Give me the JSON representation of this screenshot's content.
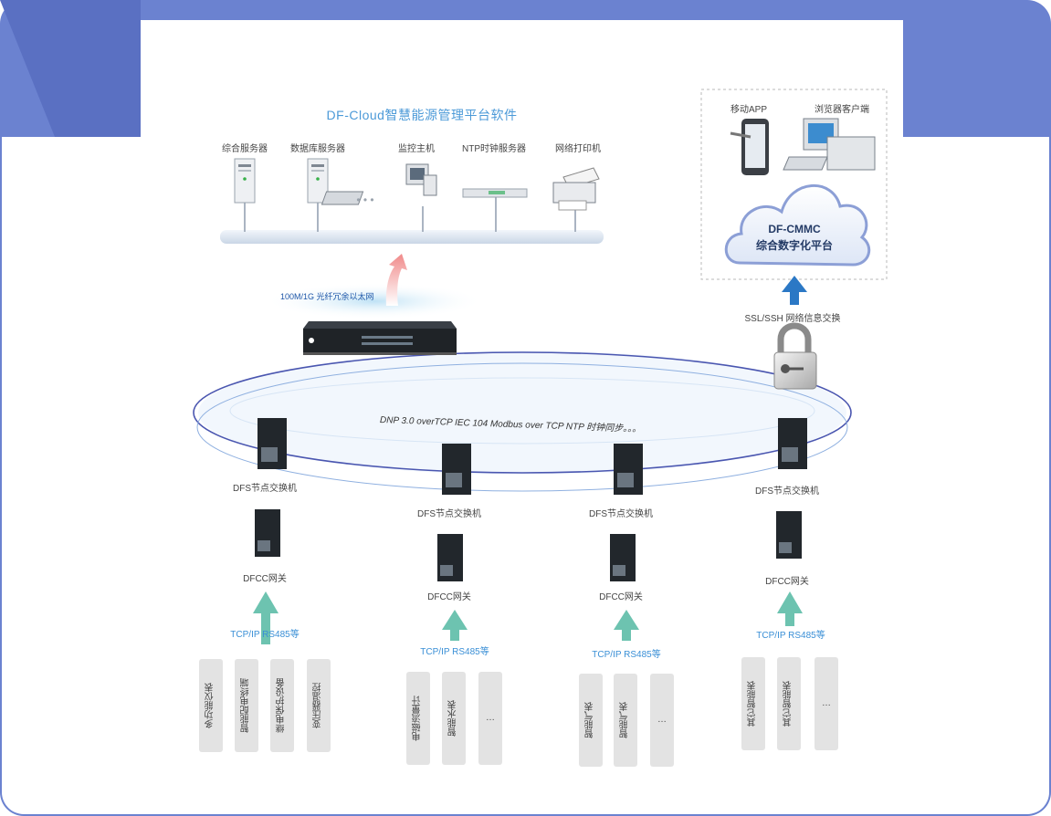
{
  "platform": {
    "title": "DF-Cloud智慧能源管理平台软件",
    "servers": [
      "综合服务器",
      "数据库服务器",
      "监控主机",
      "NTP时钟服务器",
      "网络打印机"
    ],
    "ellipsis": "• • •"
  },
  "network": {
    "uplink_label": "100M/1G 光纤冗余以太网"
  },
  "cloud": {
    "mobile_label": "移动APP",
    "browser_label": "浏览器客户端",
    "title_line1": "DF-CMMC",
    "title_line2": "综合数字化平台",
    "security_label": "SSL/SSH  网络信息交换"
  },
  "ring": {
    "protocols": "DNP 3.0 overTCP   IEC 104   Modbus over TCP   NTP  时钟同步。。。"
  },
  "nodes": [
    {
      "switch_label": "DFS节点交换机",
      "gateway_label": "DFCC网关",
      "link_label": "TCP/IP RS485等",
      "devices": [
        "多功能仪表",
        "智能配电终端",
        "继电保护设备",
        "变压器温控"
      ]
    },
    {
      "switch_label": "DFS节点交换机",
      "gateway_label": "DFCC网关",
      "link_label": "TCP/IP RS485等",
      "devices": [
        "电磁流量计",
        "智能水表",
        "…"
      ]
    },
    {
      "switch_label": "DFS节点交换机",
      "gateway_label": "DFCC网关",
      "link_label": "TCP/IP RS485等",
      "devices": [
        "智能气表",
        "智能气表",
        "…"
      ]
    },
    {
      "switch_label": "DFS节点交换机",
      "gateway_label": "DFCC网关",
      "link_label": "TCP/IP RS485等",
      "devices": [
        "其它智能表",
        "其它智能表",
        "…"
      ]
    }
  ],
  "colors": {
    "frame": "#6b82d0",
    "ring": "#4a56b0",
    "arrow_green": "#6dc3b0",
    "arrow_blue": "#2b78c5",
    "label_blue": "#3a8fd6",
    "device_bg": "#e3e3e3"
  },
  "icons": [
    "server-icon",
    "desktop-computer-icon",
    "ntp-server-icon",
    "printer-icon",
    "core-switch-icon",
    "tablet-icon",
    "cloud-icon",
    "padlock-icon",
    "node-switch-icon",
    "gateway-icon",
    "up-arrow-icon"
  ]
}
